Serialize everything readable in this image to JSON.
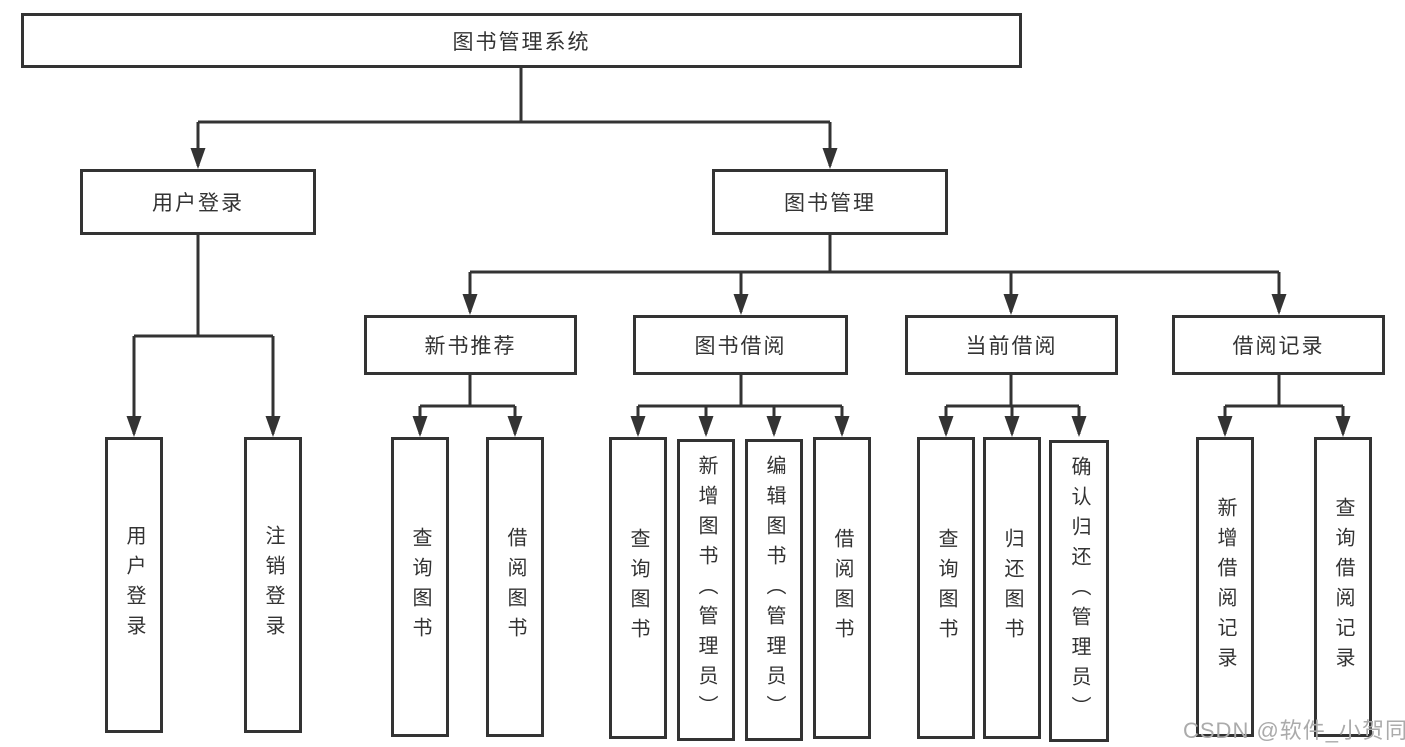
{
  "diagram": {
    "title": "图书管理系统",
    "branches": {
      "user_login": {
        "label": "用户登录",
        "children": [
          "用户登录",
          "注销登录"
        ]
      },
      "book_mgmt": {
        "label": "图书管理",
        "sections": {
          "new_books": {
            "label": "新书推荐",
            "children": [
              "查询图书",
              "借阅图书"
            ]
          },
          "borrow": {
            "label": "图书借阅",
            "children": [
              "查询图书",
              "新增图书（管理员）",
              "编辑图书（管理员）",
              "借阅图书"
            ]
          },
          "current": {
            "label": "当前借阅",
            "children": [
              "查询图书",
              "归还图书",
              "确认归还（管理员）"
            ]
          },
          "records": {
            "label": "借阅记录",
            "children": [
              "新增借阅记录",
              "查询借阅记录"
            ]
          }
        }
      }
    },
    "watermark": "CSDN @软件_小贺同学",
    "colors": {
      "line": "#333333",
      "text": "#333333",
      "box_background": "#ffffff",
      "page_background": "#ffffff",
      "watermark": "#ababab"
    }
  }
}
